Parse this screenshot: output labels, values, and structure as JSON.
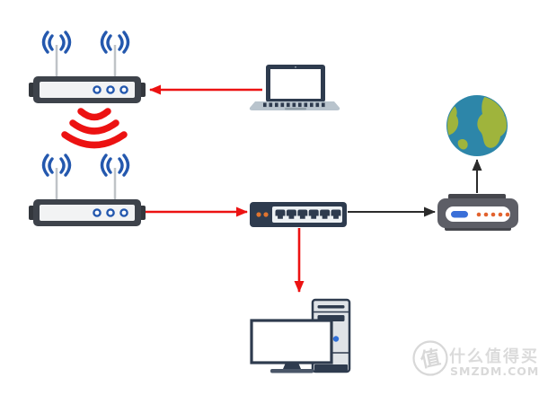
{
  "diagram": {
    "type": "network-topology",
    "nodes": [
      {
        "id": "wireless-router-1",
        "icon": "wireless-router-icon",
        "leds": 3,
        "antennas": 2
      },
      {
        "id": "wireless-router-2",
        "icon": "wireless-router-icon",
        "leds": 3,
        "antennas": 2
      },
      {
        "id": "laptop",
        "icon": "laptop-icon"
      },
      {
        "id": "ethernet-switch",
        "icon": "ethernet-switch-icon",
        "ports": 6,
        "indicator_leds": 2
      },
      {
        "id": "modem",
        "icon": "modem-icon",
        "indicator_dots": 5
      },
      {
        "id": "internet",
        "icon": "globe-icon"
      },
      {
        "id": "desktop-pc",
        "icon": "desktop-computer-icon"
      }
    ],
    "edges": [
      {
        "from": "laptop",
        "to": "wireless-router-1",
        "style": "arrow",
        "color": "#ec1212"
      },
      {
        "from": "wireless-router-1",
        "to": "wireless-router-2",
        "style": "wifi-waves",
        "color": "#ec1212"
      },
      {
        "from": "wireless-router-2",
        "to": "ethernet-switch",
        "style": "arrow",
        "color": "#ec1212"
      },
      {
        "from": "ethernet-switch",
        "to": "desktop-pc",
        "style": "arrow",
        "color": "#ec1212"
      },
      {
        "from": "ethernet-switch",
        "to": "modem",
        "style": "arrow",
        "color": "#2b2b2b"
      },
      {
        "from": "modem",
        "to": "internet",
        "style": "arrow",
        "color": "#2b2b2b"
      }
    ]
  },
  "colors": {
    "red_link": "#ec1212",
    "black_link": "#2b2b2b",
    "device_navy": "#2e3b4e",
    "router_body": "#3e434b",
    "led_blue": "#2458ae",
    "port_panel": "#edf1f4",
    "orange_led": "#e0742f",
    "modem_gray": "#5d5e66",
    "modem_pill_blue": "#3a6fd8",
    "globe_ocean": "#2d86a9",
    "globe_land": "#9fb43c",
    "tower_gray": "#dfe3e7",
    "watermark_gray": "#dbdbdb"
  },
  "watermark": {
    "logo_char": "值",
    "site_name": "什么值得买",
    "site_url": "SMZDM.COM"
  }
}
